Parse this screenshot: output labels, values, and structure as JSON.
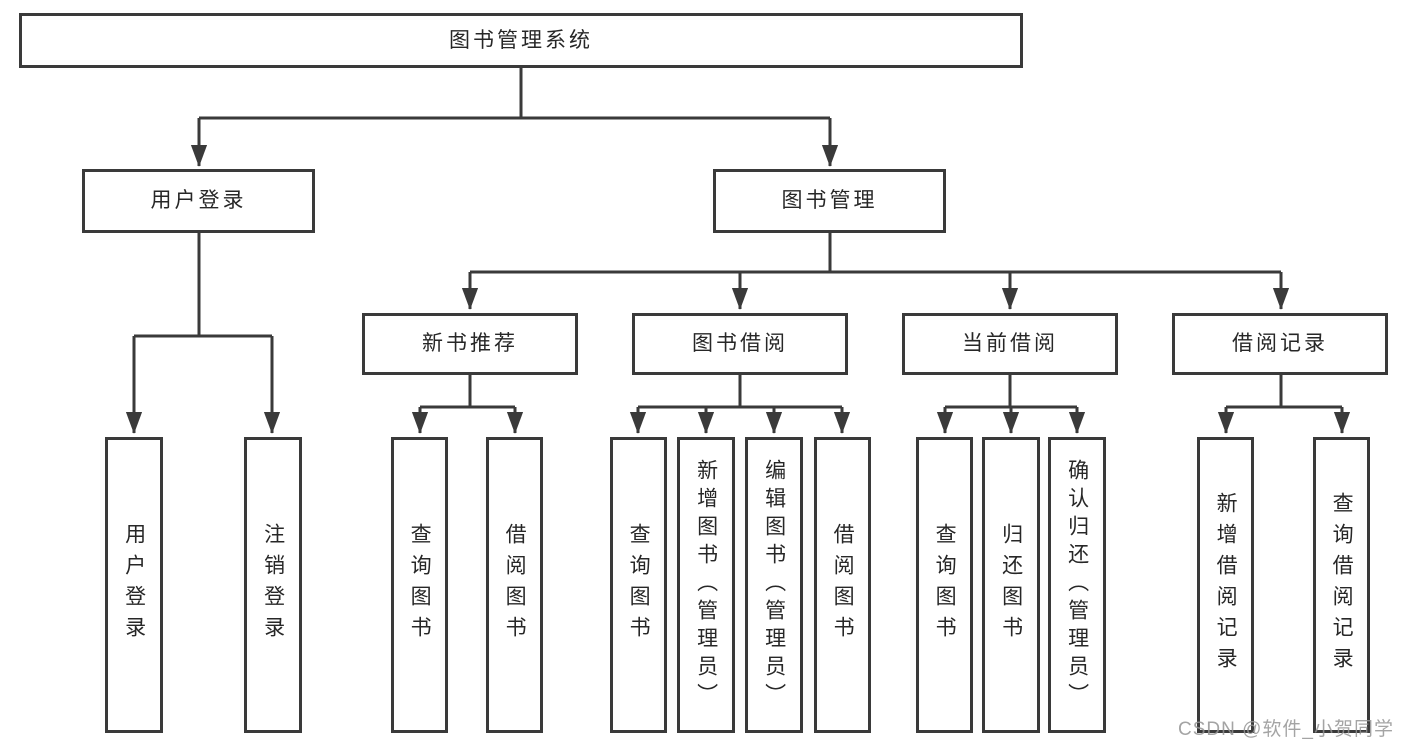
{
  "diagram_type": "hierarchy-tree",
  "colors": {
    "background": "#ffffff",
    "line": "#3a3a3a",
    "box_border": "#3a3a3a",
    "box_fill": "#ffffff",
    "text": "#272727",
    "watermark": "#949494"
  },
  "watermark": {
    "text": "CSDN @软件_小贺同学"
  },
  "tree": {
    "root": {
      "label": "图书管理系统",
      "children": [
        {
          "label": "用户登录",
          "children": [
            {
              "label": "用户登录"
            },
            {
              "label": "注销登录"
            }
          ]
        },
        {
          "label": "图书管理",
          "children": [
            {
              "label": "新书推荐",
              "children": [
                {
                  "label": "查询图书"
                },
                {
                  "label": "借阅图书"
                }
              ]
            },
            {
              "label": "图书借阅",
              "children": [
                {
                  "label": "查询图书"
                },
                {
                  "label": "新增图书（管理员）"
                },
                {
                  "label": "编辑图书（管理员）"
                },
                {
                  "label": "借阅图书"
                }
              ]
            },
            {
              "label": "当前借阅",
              "children": [
                {
                  "label": "查询图书"
                },
                {
                  "label": "归还图书"
                },
                {
                  "label": "确认归还（管理员）"
                }
              ]
            },
            {
              "label": "借阅记录",
              "children": [
                {
                  "label": "新增借阅记录"
                },
                {
                  "label": "查询借阅记录"
                }
              ]
            }
          ]
        }
      ]
    }
  }
}
